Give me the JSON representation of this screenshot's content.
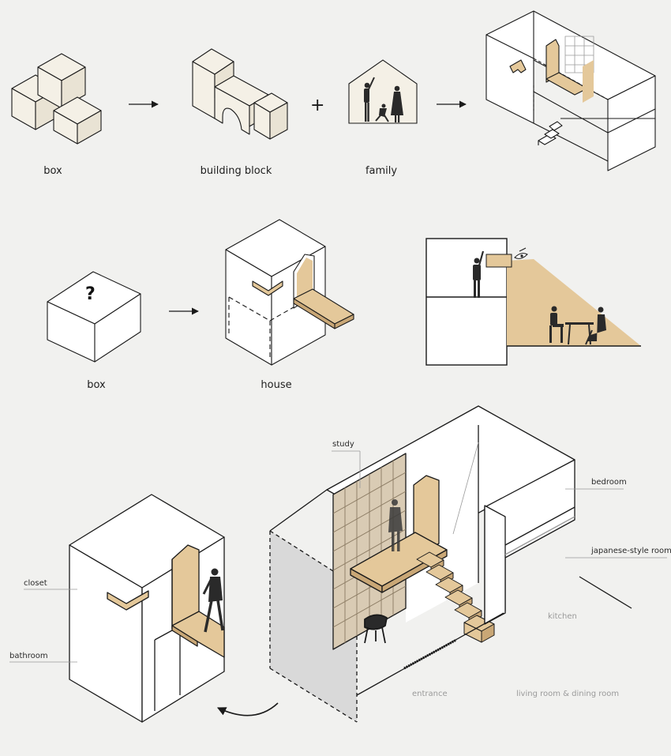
{
  "row1": {
    "box": "box",
    "building_block": "building block",
    "family": "family",
    "plus": "+"
  },
  "row2": {
    "box": "box",
    "house": "house",
    "question": "?"
  },
  "rooms": {
    "study": "study",
    "bedroom": "bedroom",
    "japanese_room": "japanese-style room",
    "kitchen": "kitchen",
    "entrance": "entrance",
    "living_dining": "living room & dining room",
    "closet": "closet",
    "bathroom": "bathroom"
  },
  "colors": {
    "background": "#f1f1ef",
    "line": "#1a1a1a",
    "box_fill": "#f4f0e6",
    "wood": "#e4c89a",
    "wood_dark": "#c9a776",
    "wall_white": "#ffffff",
    "shadow": "#d9d9d9",
    "figure": "#2a2a2a"
  }
}
